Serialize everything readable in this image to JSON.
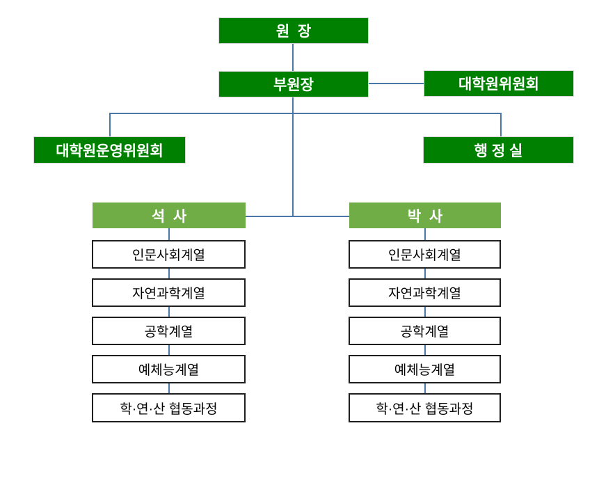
{
  "org": {
    "director": "원  장",
    "vice_director": "부원장",
    "grad_committee": "대학원위원회",
    "operating_committee": "대학원운영위원회",
    "admin_office": "행 정 실",
    "masters_title": "석  사",
    "doctoral_title": "박  사",
    "masters_items": [
      "인문사회계열",
      "자연과학계열",
      "공학계열",
      "예체능계열",
      "학·연·산 협동과정"
    ],
    "doctoral_items": [
      "인문사회계열",
      "자연과학계열",
      "공학계열",
      "예체능계열",
      "학·연·산 협동과정"
    ]
  },
  "colors": {
    "dark_green": "#008000",
    "light_green": "#70ad47",
    "connector": "#4a76a8",
    "box_border": "#1f1f1f"
  }
}
